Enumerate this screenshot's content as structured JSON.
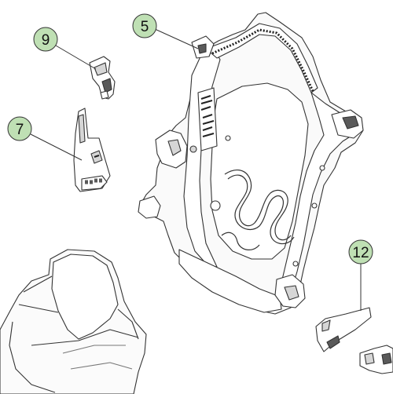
{
  "diagram": {
    "callouts": [
      {
        "id": "c9",
        "label": "9"
      },
      {
        "id": "c5",
        "label": "5"
      },
      {
        "id": "c7",
        "label": "7"
      },
      {
        "id": "c12",
        "label": "12"
      }
    ],
    "colors": {
      "callout_fill": "#bfe0b4",
      "line": "#333333",
      "part_fill": "#ffffff",
      "shade_light": "#d6d6d6",
      "shade_dark": "#5a5a5a"
    }
  }
}
